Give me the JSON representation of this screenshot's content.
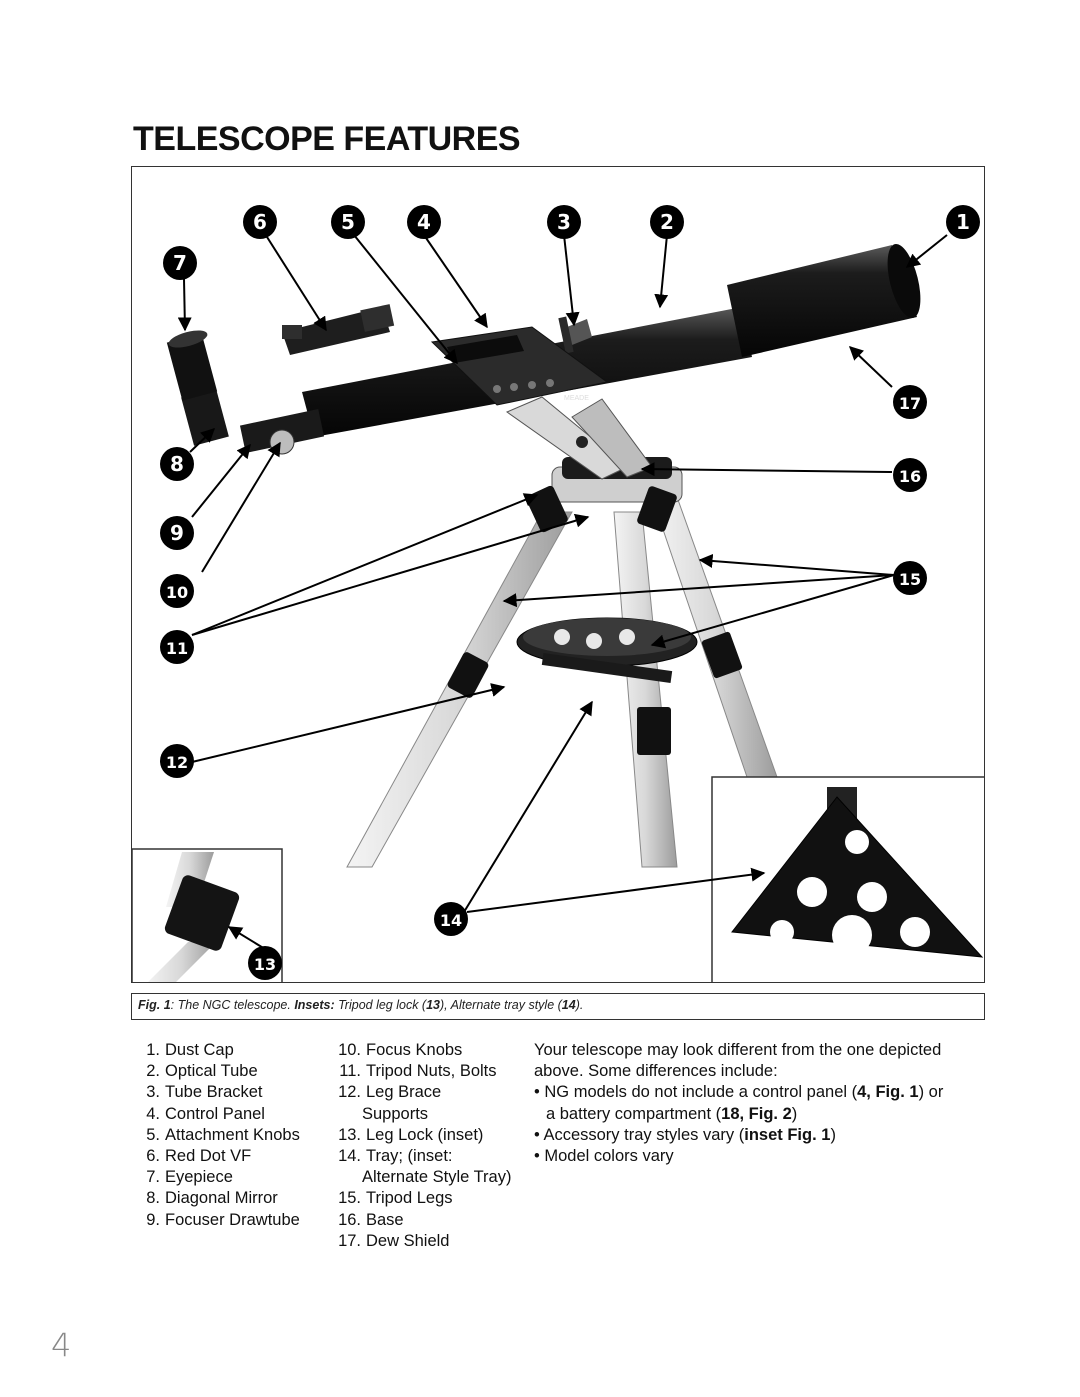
{
  "page": {
    "title": "TELESCOPE FEATURES",
    "page_number": "4"
  },
  "figure": {
    "callouts": [
      "1",
      "2",
      "3",
      "4",
      "5",
      "6",
      "7",
      "8",
      "9",
      "10",
      "11",
      "12",
      "13",
      "14",
      "15",
      "16",
      "17"
    ],
    "brand_on_panel": "MEADE",
    "caption": {
      "fig_label": "Fig. 1",
      "text1": ": The NGC telescope.  ",
      "insets_label": "Insets:",
      "text2": " Tripod leg lock (",
      "n13": "13",
      "text3": "), Alternate tray style (",
      "n14": "14",
      "text4": ")."
    }
  },
  "features_col1": [
    {
      "num": "1.",
      "label": "Dust Cap"
    },
    {
      "num": "2.",
      "label": "Optical Tube"
    },
    {
      "num": "3.",
      "label": "Tube Bracket"
    },
    {
      "num": "4.",
      "label": "Control Panel"
    },
    {
      "num": "5.",
      "label": "Attachment Knobs"
    },
    {
      "num": "6.",
      "label": "Red Dot VF"
    },
    {
      "num": "7.",
      "label": "Eyepiece"
    },
    {
      "num": "8.",
      "label": "Diagonal Mirror"
    },
    {
      "num": "9.",
      "label": "Focuser Drawtube"
    }
  ],
  "features_col2": [
    {
      "num": "10.",
      "label": "Focus Knobs"
    },
    {
      "num": "11.",
      "label": "Tripod Nuts, Bolts"
    },
    {
      "num": "12.",
      "label": "Leg Brace"
    },
    {
      "cont": "Supports"
    },
    {
      "num": "13.",
      "label": "Leg Lock (inset)"
    },
    {
      "num": "14.",
      "label": "Tray; (inset:"
    },
    {
      "cont": "Alternate Style Tray)"
    },
    {
      "num": "15.",
      "label": "Tripod Legs"
    },
    {
      "num": "16.",
      "label": "Base"
    },
    {
      "num": "17.",
      "label": "Dew Shield"
    }
  ],
  "notes": {
    "intro_line1": "Your telescope may look different from the one depicted",
    "intro_line2": "above. Some differences include:",
    "b1_pre": "• NG models do not include a control panel (",
    "b1_bold1": "4, Fig. 1",
    "b1_post": ") or",
    "b1_line2_pre": "a battery compartment (",
    "b1_bold2": "18, Fig. 2",
    "b1_line2_post": ")",
    "b2_pre": "• Accessory tray styles vary (",
    "b2_bold": "inset Fig. 1",
    "b2_post": ")",
    "b3": "• Model colors vary"
  }
}
